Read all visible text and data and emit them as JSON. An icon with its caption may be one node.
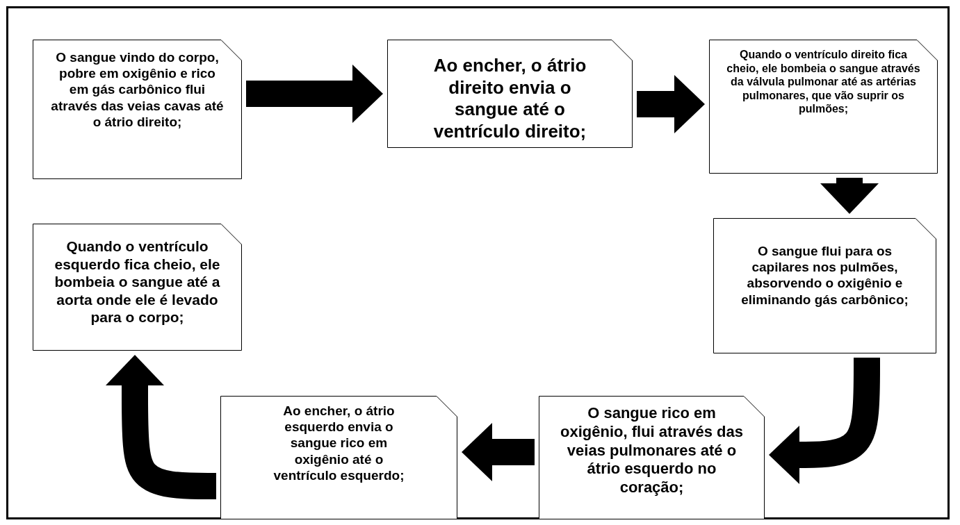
{
  "diagram": {
    "nodes": [
      {
        "text": [
          "O sangue vindo do corpo, pobre em oxigênio e rico em gás carbônico flui através das veias cavas até o átrio direito;"
        ]
      },
      {
        "text": [
          "Ao encher, o átrio direito envia o sangue até o ventrículo direito;"
        ]
      },
      {
        "text": [
          "Quando o ventrículo direito fica cheio, ele bombeia o sangue através da válvula pulmonar até as artérias pulmonares, que vão suprir os pulmões;"
        ]
      },
      {
        "text": [
          "O sangue flui para os capilares nos pulmões, absorvendo o oxigênio e eliminando gás carbônico;"
        ]
      },
      {
        "text": [
          "O sangue rico em oxigênio, flui através das veias pulmonares até o átrio esquerdo no coração;"
        ]
      },
      {
        "text": [
          "Ao encher, o átrio esquerdo envia o sangue rico em oxigênio até o ventrículo esquerdo;"
        ]
      },
      {
        "text": [
          "Quando o ventrículo esquerdo fica cheio, ele bombeia o sangue até a aorta onde ele é levado para o corpo;"
        ]
      }
    ],
    "edges": [
      {
        "from": 0,
        "to": 1,
        "arrow": "to"
      },
      {
        "from": 1,
        "to": 2,
        "arrow": "to"
      },
      {
        "from": 2,
        "to": 3,
        "arrow": "to"
      },
      {
        "from": 3,
        "to": 4,
        "arrow": "to"
      },
      {
        "from": 4,
        "to": 5,
        "arrow": "to"
      },
      {
        "from": 5,
        "to": 6,
        "arrow": "to"
      }
    ]
  }
}
